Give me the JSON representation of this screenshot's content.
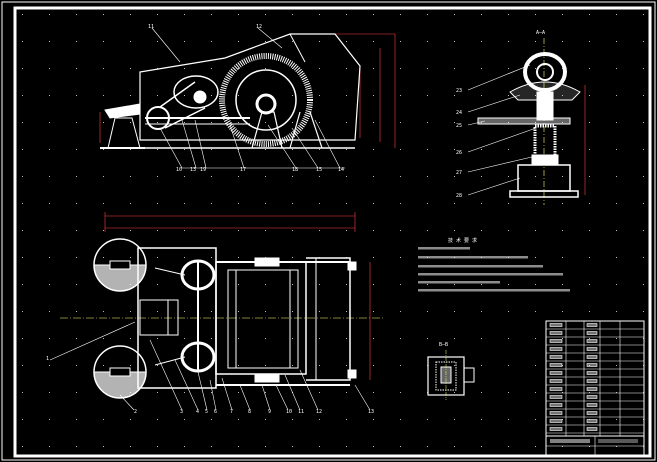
{
  "colors": {
    "background": "#000000",
    "line": "#ffffff",
    "dim": "#ff4040",
    "center": "#ffff66"
  },
  "side_view_callouts": [
    "11",
    "12",
    "10",
    "13",
    "19",
    "17",
    "18",
    "15",
    "14"
  ],
  "right_view_callouts": [
    "23",
    "24",
    "25",
    "26",
    "27",
    "28"
  ],
  "right_view_section_label": "A—A",
  "plan_view_callouts": [
    "1",
    "2",
    "3",
    "4",
    "5",
    "6",
    "7",
    "8",
    "9",
    "10",
    "11",
    "12",
    "13"
  ],
  "detail_section_label": "B—B",
  "notes_title": "技 术 要 求"
}
